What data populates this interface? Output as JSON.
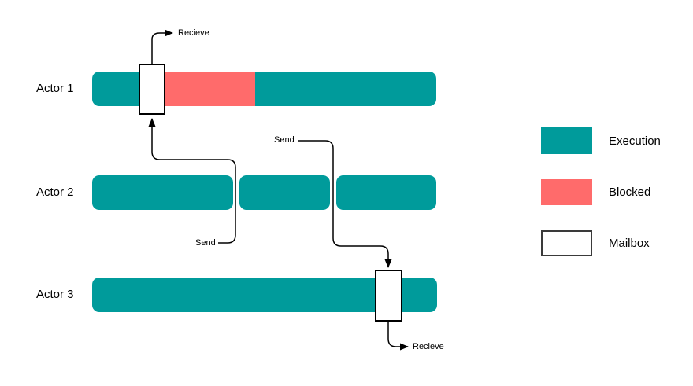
{
  "diagram": {
    "actors": [
      {
        "label": "Actor 1"
      },
      {
        "label": "Actor 2"
      },
      {
        "label": "Actor 3"
      }
    ],
    "annotations": {
      "actor1_receive_label": "Recieve",
      "actor2_to_actor1_send_label": "Send",
      "actor2_to_actor3_send_label": "Send",
      "actor3_receive_label": "Recieve"
    },
    "colors": {
      "execution": "#009B9B",
      "blocked": "#FF6B6B",
      "mailbox_fill": "#FFFFFF",
      "line": "#000000"
    }
  },
  "legend": {
    "items": [
      {
        "label": "Execution",
        "color": "#009B9B"
      },
      {
        "label": "Blocked",
        "color": "#FF6B6B"
      },
      {
        "label": "Mailbox",
        "color": "#FFFFFF"
      }
    ]
  }
}
